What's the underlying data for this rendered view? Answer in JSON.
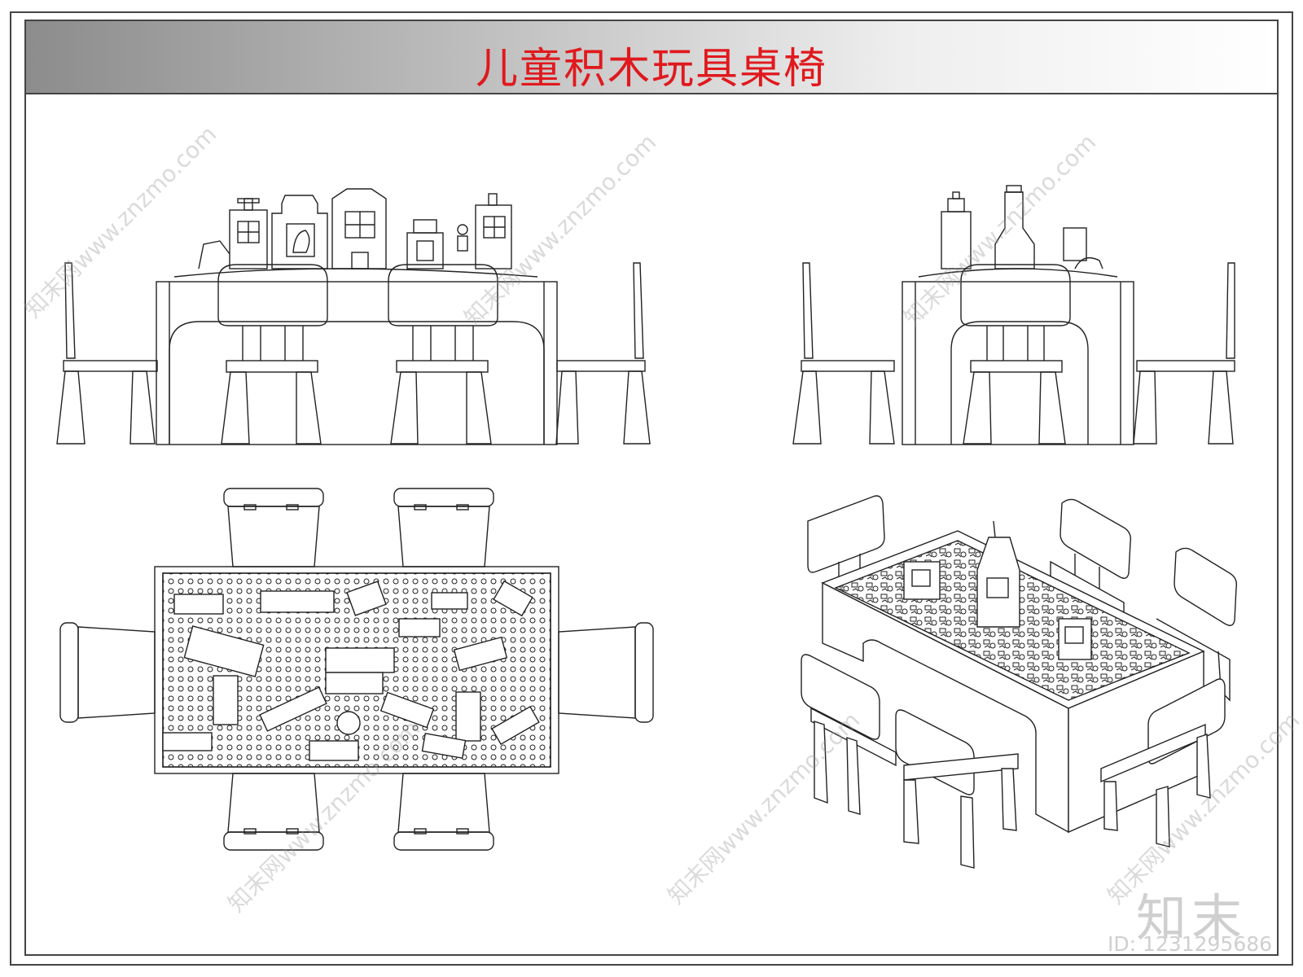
{
  "title": "儿童积木玩具桌椅",
  "brand_logo": "知末",
  "id_label": "ID: 1231295686",
  "watermark_text": "知末网www.znzmo.com",
  "colors": {
    "title": "#e0191d",
    "line": "#222222",
    "frame": "#444444"
  }
}
